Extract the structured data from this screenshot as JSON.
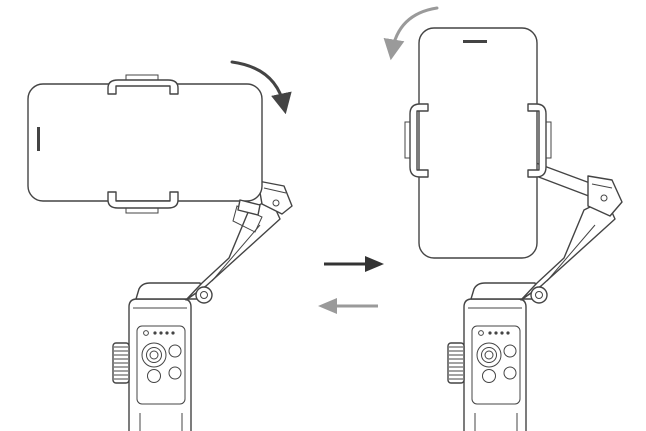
{
  "figure": {
    "panels": [
      {
        "id": "landscape",
        "phone_orientation": "landscape",
        "rotation_hint": "clockwise"
      },
      {
        "id": "portrait",
        "phone_orientation": "portrait",
        "rotation_hint": "counter-clockwise"
      }
    ],
    "transition_arrows": [
      {
        "direction": "right",
        "color": "#333333"
      },
      {
        "direction": "left",
        "color": "#9a9a9a"
      }
    ],
    "colors": {
      "outline": "#444444",
      "rotation_arrow": "#444444",
      "arrow_forward": "#333333",
      "arrow_back": "#9a9a9a",
      "background": "#ffffff"
    }
  }
}
